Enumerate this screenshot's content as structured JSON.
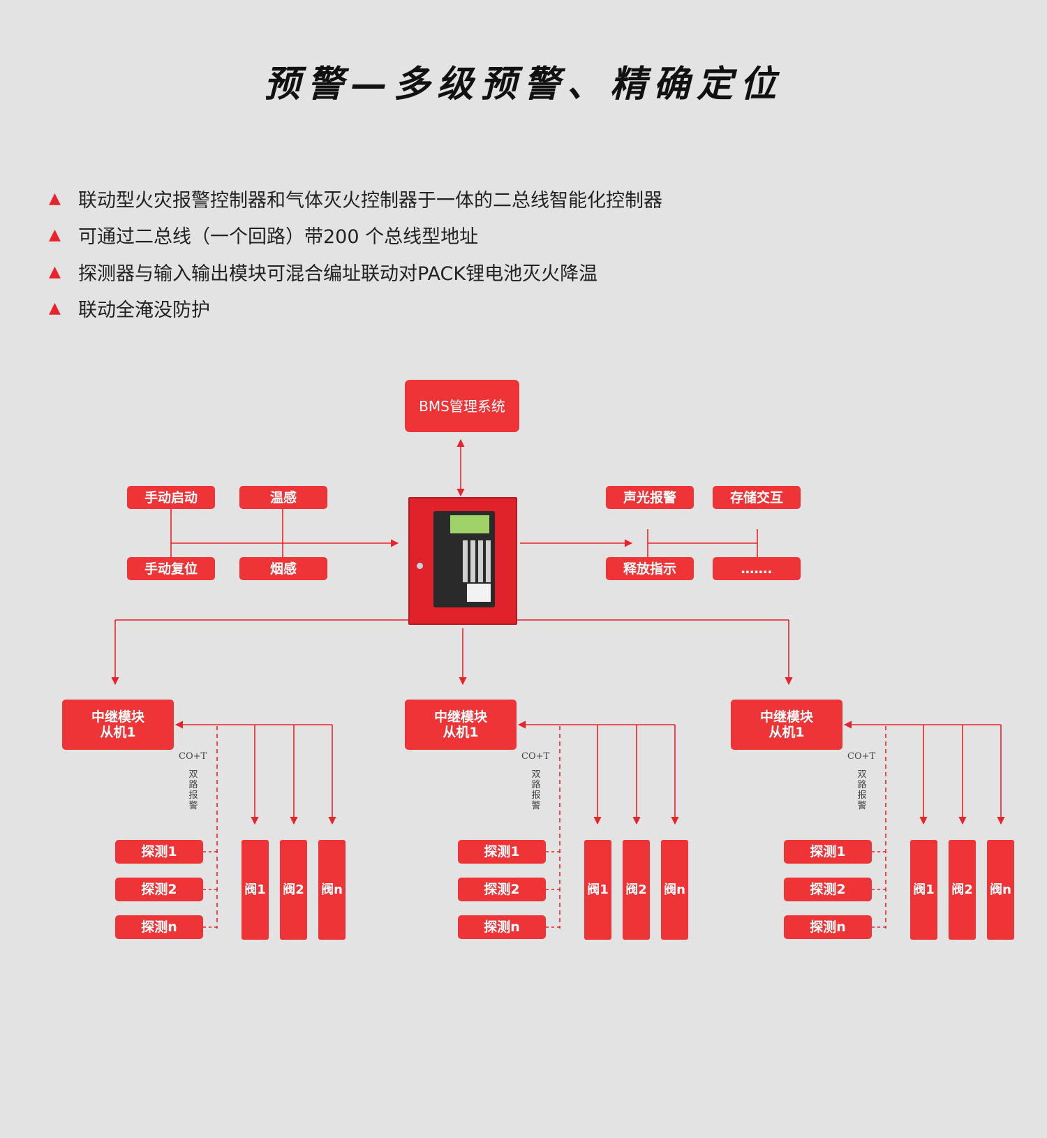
{
  "title": "预警—多级预警、精确定位",
  "bullets": [
    "联动型火灾报警控制器和气体灭火控制器于一体的二总线智能化控制器",
    "可通过二总线（一个回路）带200 个总线型地址",
    "探测器与输入输出模块可混合编址联动对PACK锂电池灭火降温",
    "联动全淹没防护"
  ],
  "diagram": {
    "bms": "BMS管理系统",
    "inputs": [
      "手动启动",
      "温感",
      "手动复位",
      "烟感"
    ],
    "outputs": [
      "声光报警",
      "存储交互",
      "释放指示",
      "……."
    ],
    "nodes": [
      {
        "line1": "中继模块",
        "line2": "从机1",
        "cot": "CO+T",
        "dual": "双路报警",
        "detectors": [
          "探测1",
          "探测2",
          "探测n"
        ],
        "valves": [
          "阀1",
          "阀2",
          "阀n"
        ]
      },
      {
        "line1": "中继模块",
        "line2": "从机1",
        "cot": "CO+T",
        "dual": "双路报警",
        "detectors": [
          "探测1",
          "探测2",
          "探测n"
        ],
        "valves": [
          "阀1",
          "阀2",
          "阀n"
        ]
      },
      {
        "line1": "中继模块",
        "line2": "从机1",
        "cot": "CO+T",
        "dual": "双路报警",
        "detectors": [
          "探测1",
          "探测2",
          "探测n"
        ],
        "valves": [
          "阀1",
          "阀2",
          "阀n"
        ]
      }
    ]
  },
  "colors": {
    "accent": "#ee3437",
    "line": "#e8232b",
    "background": "#e3e3e3"
  }
}
